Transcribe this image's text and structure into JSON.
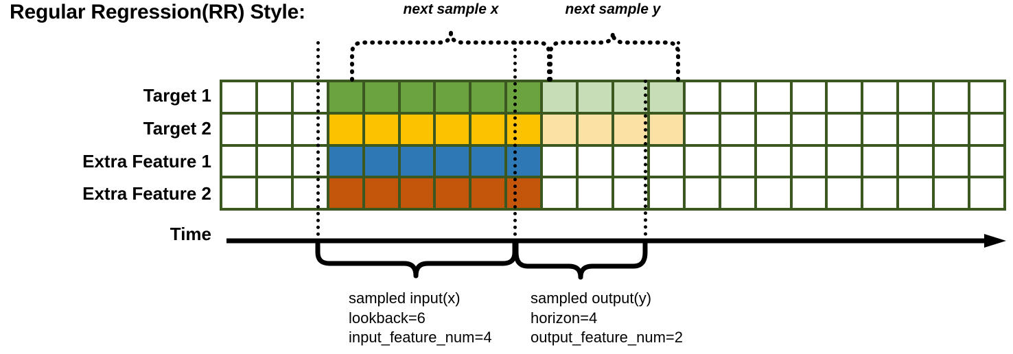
{
  "title": "Regular Regression(RR) Style:",
  "axis": {
    "time_label": "Time"
  },
  "rows": [
    {
      "label": "Target 1",
      "fill": "#6ba43f",
      "faded_fill": "#c7ddb7",
      "name": "target-1"
    },
    {
      "label": "Target 2",
      "fill": "#fcc200",
      "faded_fill": "#fbe2a4",
      "name": "target-2"
    },
    {
      "label": "Extra Feature 1",
      "fill": "#2e79b5",
      "faded_fill": "#ffffff",
      "name": "extra-feature-1"
    },
    {
      "label": "Extra Feature 2",
      "fill": "#c4560c",
      "faded_fill": "#ffffff",
      "name": "extra-feature-2"
    }
  ],
  "grid": {
    "total_columns": 22,
    "leading_blank_columns": 3,
    "input_columns": 6,
    "output_columns": 4,
    "trailing_blank_columns": 9,
    "border_color": "#3a5820",
    "blank_fill": "#ffffff"
  },
  "top_annotations": [
    {
      "label": "next sample x",
      "name": "next-sample-x"
    },
    {
      "label": "next sample y",
      "name": "next-sample-y"
    }
  ],
  "bottom_annotations": [
    {
      "name": "sampled-input",
      "line1": "sampled input(x)",
      "line2": "lookback=6",
      "line3": "input_feature_num=4"
    },
    {
      "name": "sampled-output",
      "line1": "sampled output(y)",
      "line2": "horizon=4",
      "line3": "output_feature_num=2"
    }
  ],
  "chart_data": {
    "type": "diagram-timeline",
    "title": "Regular Regression(RR) Style:",
    "series": [
      {
        "name": "Target 1",
        "role": "target",
        "input_cells": 6,
        "output_cells": 4
      },
      {
        "name": "Target 2",
        "role": "target",
        "input_cells": 6,
        "output_cells": 4
      },
      {
        "name": "Extra Feature 1",
        "role": "extra-feature",
        "input_cells": 6,
        "output_cells": 0
      },
      {
        "name": "Extra Feature 2",
        "role": "extra-feature",
        "input_cells": 6,
        "output_cells": 0
      }
    ],
    "lookback": 6,
    "horizon": 4,
    "input_feature_num": 4,
    "output_feature_num": 2,
    "timeline_columns": 22,
    "input_start_column": 4,
    "output_start_column": 10
  }
}
